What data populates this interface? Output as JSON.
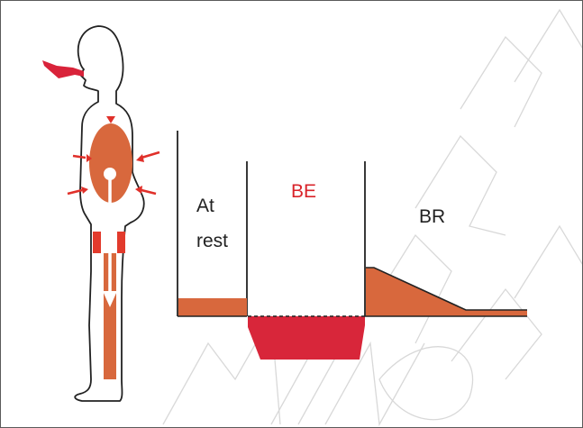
{
  "labels": {
    "at_rest_line1": "At",
    "at_rest_line2": "rest",
    "be": "BE",
    "br": "BR"
  },
  "colors": {
    "orange": "#d8683d",
    "red": "#e23a2c",
    "arrow_red": "#e0302a",
    "outline": "#222222",
    "watermark": "#c8c8c8"
  }
}
